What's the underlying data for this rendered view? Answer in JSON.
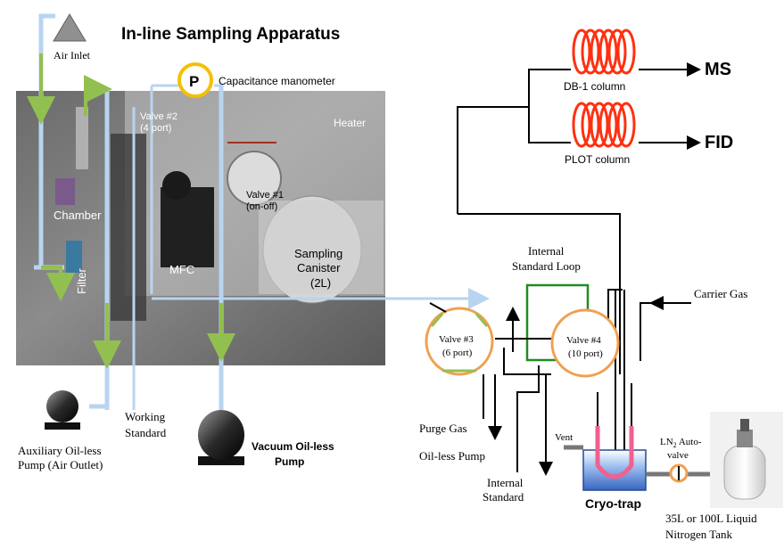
{
  "title": "In-line Sampling Apparatus",
  "labels": {
    "air_inlet": "Air Inlet",
    "pressure_symbol": "P",
    "capacitance_manometer": "Capacitance manometer",
    "valve2_line1": "Valve #2",
    "valve2_line2": "(4 port)",
    "heater": "Heater",
    "valve1_line1": "Valve #1",
    "valve1_line2": "(on-off)",
    "chamber": "Chamber",
    "filter": "Filter",
    "mfc": "MFC",
    "canister_line1": "Sampling",
    "canister_line2": "Canister",
    "canister_line3": "(2L)",
    "working_standard_line1": "Working",
    "working_standard_line2": "Standard",
    "aux_pump_line1": "Auxiliary Oil-less",
    "aux_pump_line2": "Pump (Air Outlet)",
    "vacuum_pump_line1": "Vacuum Oil-less",
    "vacuum_pump_line2": "Pump",
    "ms": "MS",
    "fid": "FID",
    "db1_column": "DB-1 column",
    "plot_column": "PLOT column",
    "internal_std_loop_line1": "Internal",
    "internal_std_loop_line2": "Standard Loop",
    "carrier_gas": "Carrier Gas",
    "valve3_line1": "Valve #3",
    "valve3_line2": "(6 port)",
    "valve4_line1": "Valve #4",
    "valve4_line2": "(10 port)",
    "purge_gas": "Purge Gas",
    "oilless_pump": "Oil-less Pump",
    "internal_standard_line1": "Internal",
    "internal_standard_line2": "Standard",
    "vent": "Vent",
    "ln2_line1": "LN",
    "ln2_sub": "2",
    "ln2_line1b": " Auto-",
    "ln2_line2": "valve",
    "cryo_trap": "Cryo-trap",
    "tank_line1": "35L or 100L Liquid",
    "tank_line2": "Nitrogen Tank"
  },
  "colors": {
    "flow_blue": "#b8d4f0",
    "flow_green": "#92c050",
    "valve_orange": "#f0a050",
    "coil_red": "#ff3010",
    "loop_green": "#228b22",
    "pressure_ring": "#f5c000",
    "cryo_blue": "#4a78c8",
    "trap_pink": "#f06090"
  }
}
